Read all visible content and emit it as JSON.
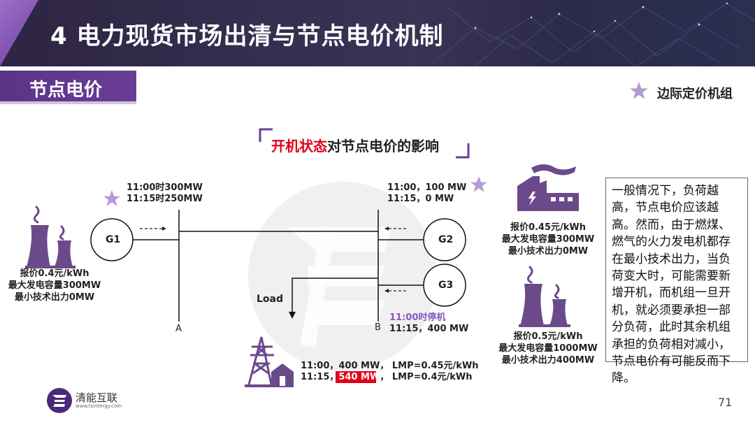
{
  "header": {
    "title": "4 电力现货市场出清与节点电价机制"
  },
  "section": {
    "label": "节点电价"
  },
  "legend": {
    "text": "边际定价机组",
    "icon": "star-icon"
  },
  "diagram": {
    "title_highlight": "开机状态",
    "title_rest": "对节点电价的影响",
    "g1": {
      "name": "G1",
      "schedule_1": "11:00时300MW",
      "schedule_2": "11:15时250MW",
      "price": "报价0.4元/kWh",
      "max_capacity": "最大发电容量300MW",
      "min_output": "最小技术出力0MW"
    },
    "g2": {
      "name": "G2",
      "schedule_1": "11:00，100 MW",
      "schedule_2": "11:15，0 MW",
      "price": "报价0.45元/kWh",
      "max_capacity": "最大发电容量300MW",
      "min_output": "最小技术出力0MW"
    },
    "g3": {
      "name": "G3",
      "schedule_1": "11:00时停机",
      "schedule_2": "11:15，400 MW",
      "price": "报价0.5元/kWh",
      "max_capacity": "最大发电容量1000MW",
      "min_output": "最小技术出力400MW"
    },
    "bus_a": "A",
    "bus_b": "B",
    "load": "Load",
    "load_result_1": "11:00，400 MW，  LMP=0.45元/kWh",
    "load_result_2_time": "11:15，",
    "load_result_2_mw": "540 MW",
    "load_result_2_lmp": "，  LMP=0.4元/kWh"
  },
  "description": "一般情况下，负荷越高，节点电价应该越高。然而，由于燃煤、燃气的火力发电机都存在最小技术出力，当负荷变大时，可能需要新增开机，而机组一旦开机，就必须要承担一部分负荷，此时其余机组承担的负荷相对减小，节点电价有可能反而下降。",
  "footer": {
    "logo_text": "清能互联",
    "logo_sub": "www.tsintergy.com",
    "page_number": "71"
  },
  "colors": {
    "accent": "#6a3d96",
    "highlight": "#e0001a",
    "icon_purple": "#6b4a8c"
  }
}
